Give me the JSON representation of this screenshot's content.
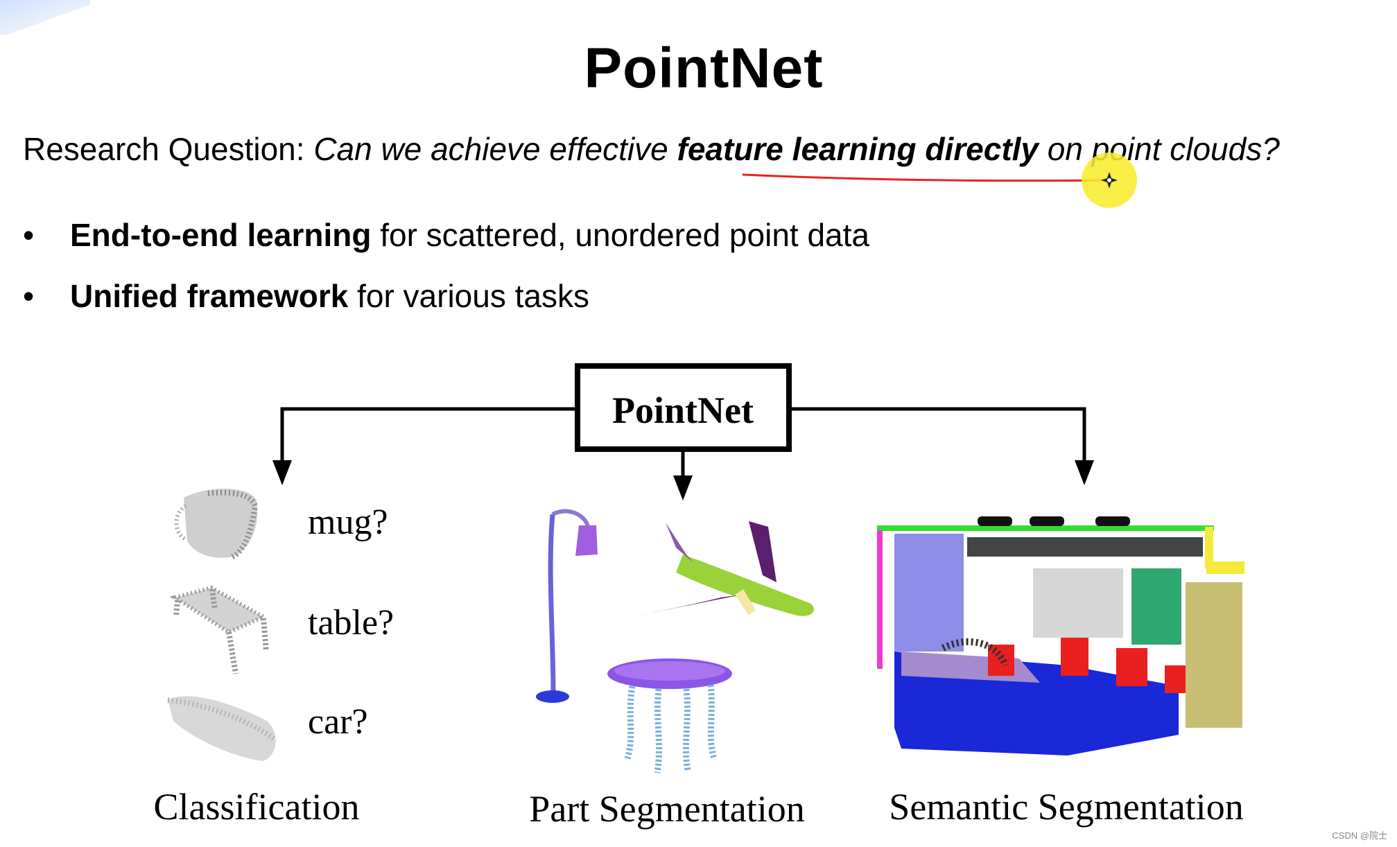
{
  "slide": {
    "title": "PointNet",
    "question": {
      "prefix": "Research Question: ",
      "italic": "Can we achieve effective ",
      "bold_italic": "feature learning directly",
      "suffix": " on point clouds?"
    },
    "bullets": [
      {
        "symbol": "•",
        "bold": "End-to-end learning",
        "rest": " for scattered, unordered point data"
      },
      {
        "symbol": "•",
        "bold": "Unified framework",
        "rest": " for various tasks"
      }
    ]
  },
  "diagram": {
    "root": "PointNet",
    "branches": [
      {
        "label": "Classification",
        "items": [
          "mug?",
          "table?",
          "car?"
        ]
      },
      {
        "label": "Part Segmentation"
      },
      {
        "label": "Semantic Segmentation"
      }
    ]
  },
  "annotation": {
    "underline_color": "#e8231f",
    "cursor_color": "#f8ec2e"
  },
  "watermark": "CSDN @院士"
}
